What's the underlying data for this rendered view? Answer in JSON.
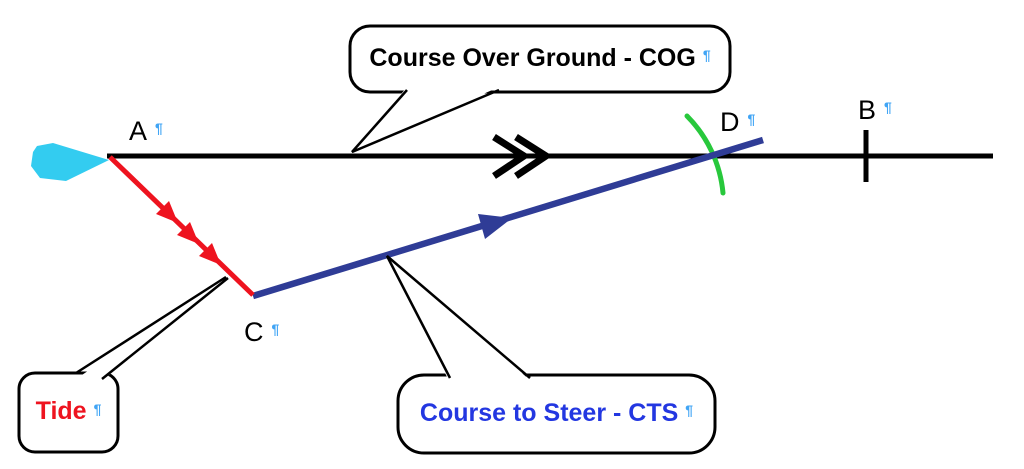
{
  "diagram": {
    "points": {
      "a": {
        "label": "A"
      },
      "b": {
        "label": "B"
      },
      "c": {
        "label": "C"
      },
      "d": {
        "label": "D"
      }
    },
    "callouts": {
      "cog": {
        "label": "Course Over Ground - COG"
      },
      "cts": {
        "label": "Course to Steer - CTS"
      },
      "tide": {
        "label": "Tide"
      }
    },
    "marks": {
      "pilcrow": "¶"
    }
  },
  "colors": {
    "line-black": "#000000",
    "tide-red": "#ee131f",
    "cts-blue": "#2f3c96",
    "cts-text-blue": "#2337e1",
    "arc-green": "#28c83c",
    "boat-cyan": "#33ccf0",
    "pilcrow-blue": "#41a5f5"
  }
}
